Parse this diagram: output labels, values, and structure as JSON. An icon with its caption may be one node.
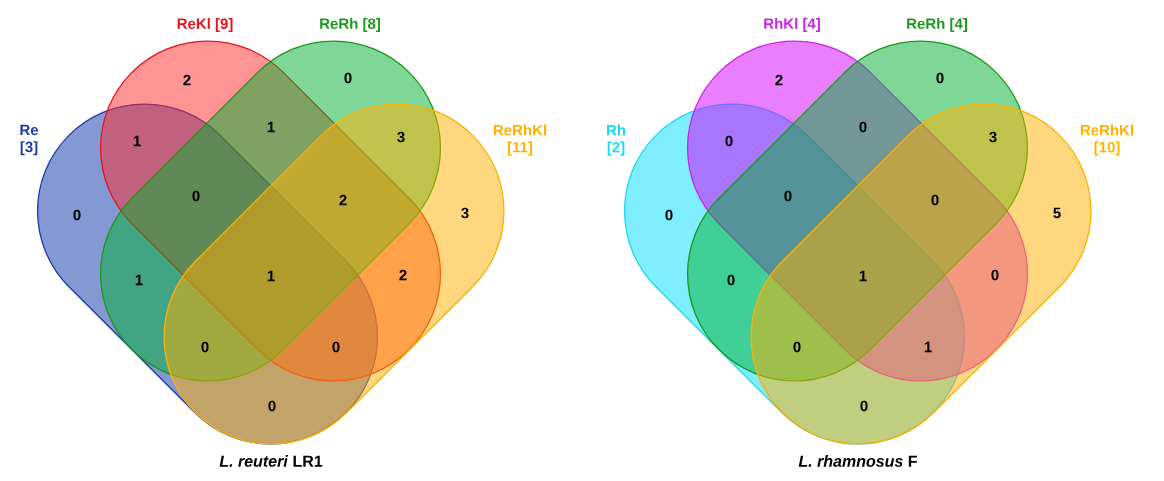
{
  "diagram": {
    "nodes": [
      {
        "text": [
          "Re [3]"
        ]
      },
      {
        "text": [
          "ReKl [9]"
        ]
      },
      {
        "text": [
          "ReRh [8]"
        ]
      },
      {
        "text": [
          "ReRhKl [11]"
        ]
      },
      {
        "text": [
          "Rh [2]"
        ]
      },
      {
        "text": [
          "RhKl [4]"
        ]
      },
      {
        "text": [
          "ReRh [4]"
        ]
      },
      {
        "text": [
          "ReRhKl [10]"
        ]
      }
    ],
    "edges": [],
    "labels": [
      "2",
      "0",
      "1",
      "1",
      "3",
      "0",
      "0",
      "2",
      "3",
      "1",
      "1",
      "2",
      "0",
      "0",
      "0",
      "*L. reuteri* LR1",
      "2",
      "0",
      "0",
      "0",
      "3",
      "0",
      "0",
      "0",
      "5",
      "0",
      "1",
      "0",
      "0",
      "1",
      "0",
      "*L. rhamnosus* F"
    ]
  }
}
